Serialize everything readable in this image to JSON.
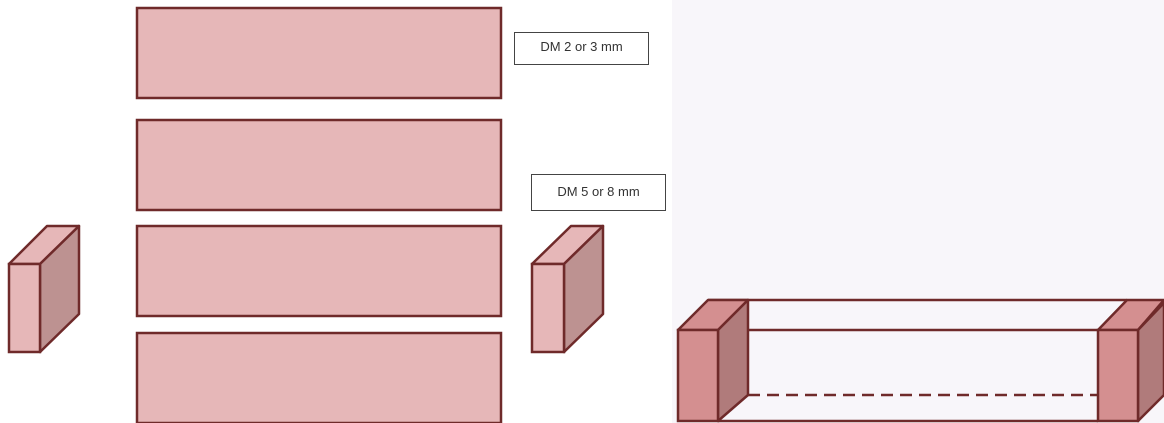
{
  "labels": {
    "dm_small": "DM 2 or 3 mm",
    "dm_large": "DM 5 or 8 mm"
  },
  "colors": {
    "fill": "#e6b7b8",
    "fill_dark": "#bd9291",
    "fill_mid": "#d48f90",
    "stroke": "#6f2a2a"
  },
  "plates": {
    "count": 4
  },
  "spacers": {
    "count": 2
  },
  "assembly": {
    "bottom_edge": "dashed"
  }
}
